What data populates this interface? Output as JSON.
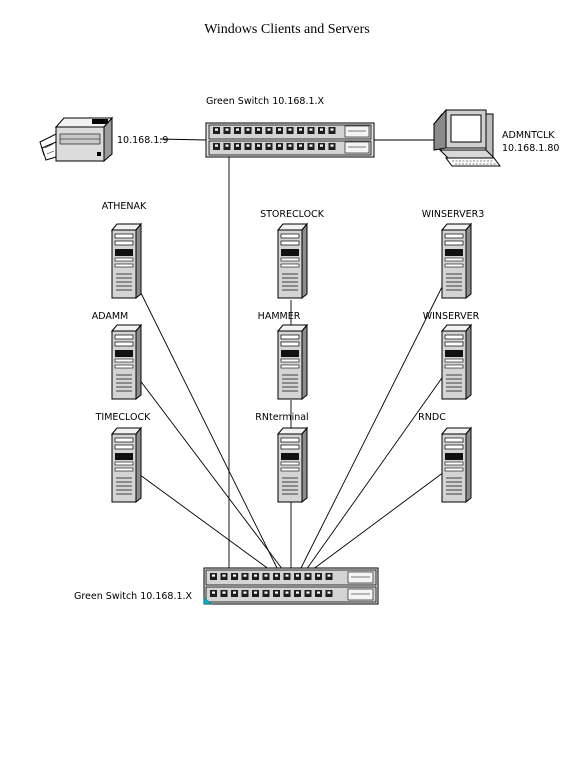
{
  "title": "Windows Clients and Servers",
  "top_switch": {
    "label": "Green Switch 10.168.1.X",
    "port_rows": 2,
    "ports_per_row": 12
  },
  "bottom_switch": {
    "label": "Green Switch 10.168.1.X",
    "port_rows": 2,
    "ports_per_row": 12
  },
  "printer": {
    "ip": "10.168.1.9"
  },
  "admin_pc": {
    "name": "ADMNTCLK",
    "ip": "10.168.1.80"
  },
  "servers": [
    {
      "name": "ATHENAK"
    },
    {
      "name": "STORECLOCK"
    },
    {
      "name": "WINSERVER3"
    },
    {
      "name": "ADAMM"
    },
    {
      "name": "HAMMER"
    },
    {
      "name": "WINSERVER"
    },
    {
      "name": "TIMECLOCK"
    },
    {
      "name": "RNterminal"
    },
    {
      "name": "RNDC"
    }
  ],
  "colors": {
    "line": "#000000",
    "device_face": "#d4d4d4",
    "port_fill": "#1e1e1e",
    "link_indicator": "#00b0c8"
  }
}
